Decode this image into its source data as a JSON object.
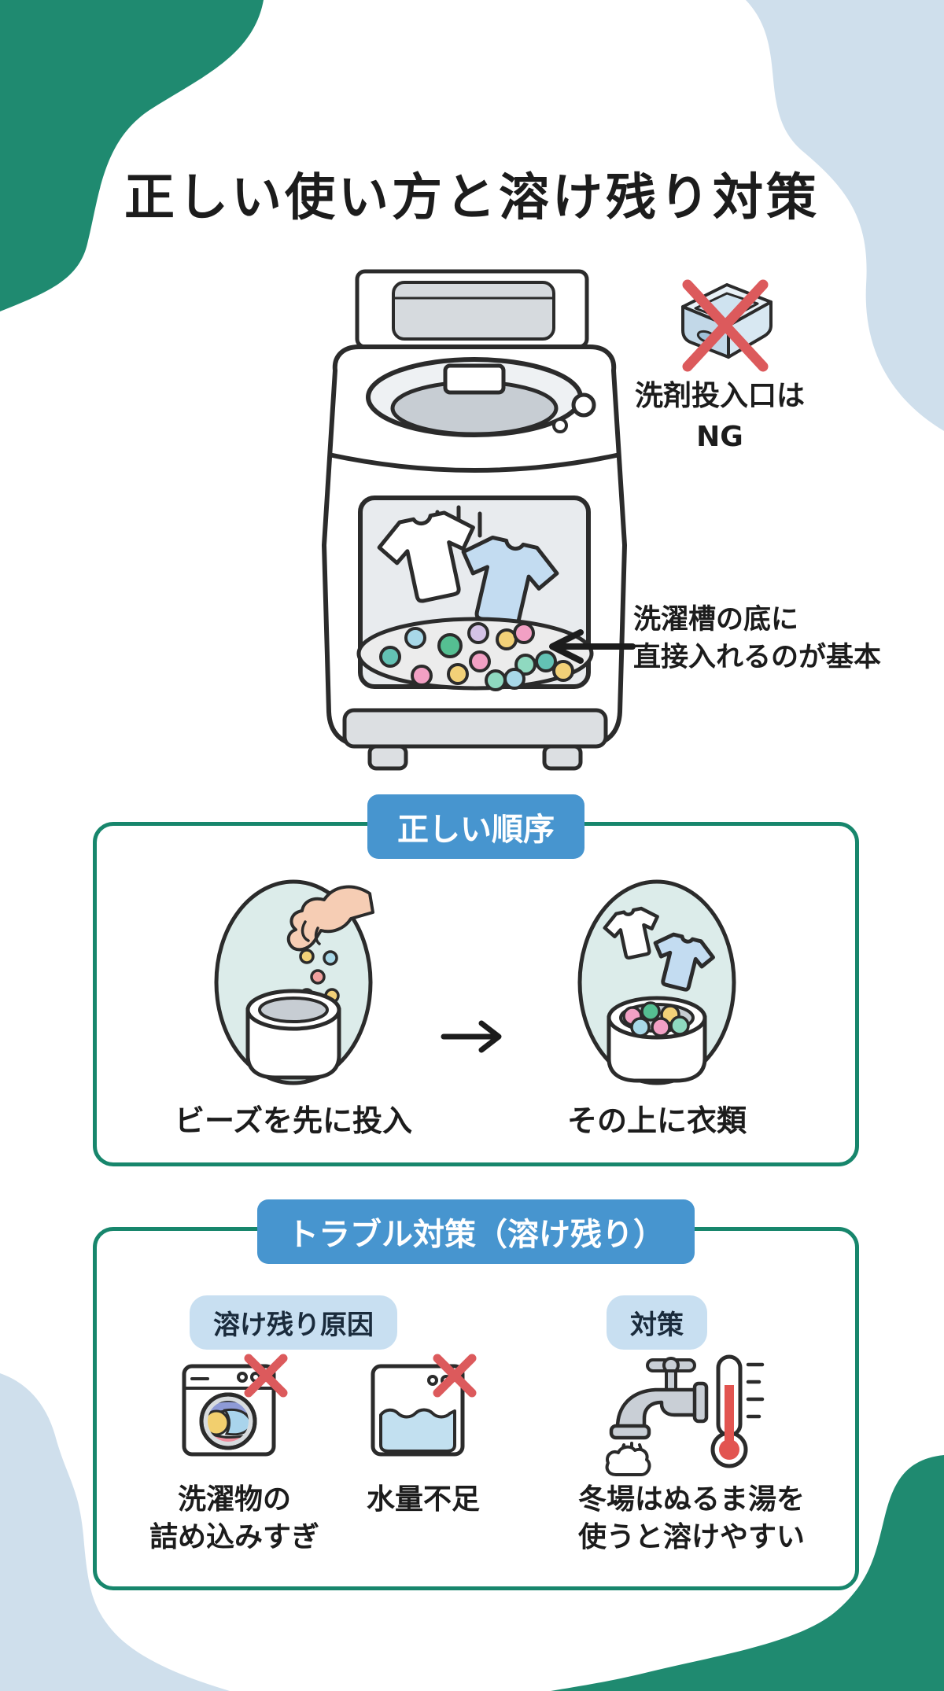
{
  "page": {
    "title": "正しい使い方と溶け残り対策"
  },
  "colors": {
    "corner_green": "#1f8a70",
    "corner_light_blue": "#cfdfec",
    "section_border_green": "#17866c",
    "section_badge_blue": "#4795cf",
    "sub_badge_light_blue": "#c8dff1",
    "sub_badge_text": "#1a2b3c",
    "ng_cross_red": "#dc5a5c",
    "thermometer_red": "#e25450",
    "outline_dark": "#2b2b2b",
    "bead_colors": [
      "#63c2b4",
      "#a8d8e8",
      "#f2a0c4",
      "#55bf92",
      "#f2d178",
      "#d4c2e6",
      "#8fd9c0"
    ]
  },
  "hero": {
    "washer_icon": "top-load-washing-machine",
    "ng_icon": "detergent-drawer-crossed",
    "ng_caption_line1": "洗剤投入口は",
    "ng_caption_line2": "NG",
    "pointer_icon": "left-arrow",
    "pointer_caption_line1": "洗濯槽の底に",
    "pointer_caption_line2": "直接入れるのが基本"
  },
  "order_section": {
    "badge": "正しい順序",
    "arrow_icon": "right-arrow",
    "steps": [
      {
        "icon": "hand-dropping-beads",
        "label": "ビーズを先に投入"
      },
      {
        "icon": "clothes-over-beads",
        "label": "その上に衣類"
      }
    ]
  },
  "trouble_section": {
    "badge": "トラブル対策（溶け残り）",
    "cause_badge": "溶け残り原因",
    "solution_badge": "対策",
    "causes": [
      {
        "icon": "overstuffed-washer-crossed",
        "label_line1": "洗濯物の",
        "label_line2": "詰め込みすぎ"
      },
      {
        "icon": "low-water-level-crossed",
        "label_line1": "水量不足",
        "label_line2": ""
      }
    ],
    "solution": {
      "icon": "warm-water-faucet-thermometer",
      "label_line1": "冬場はぬるま湯を",
      "label_line2": "使うと溶けやすい"
    }
  }
}
